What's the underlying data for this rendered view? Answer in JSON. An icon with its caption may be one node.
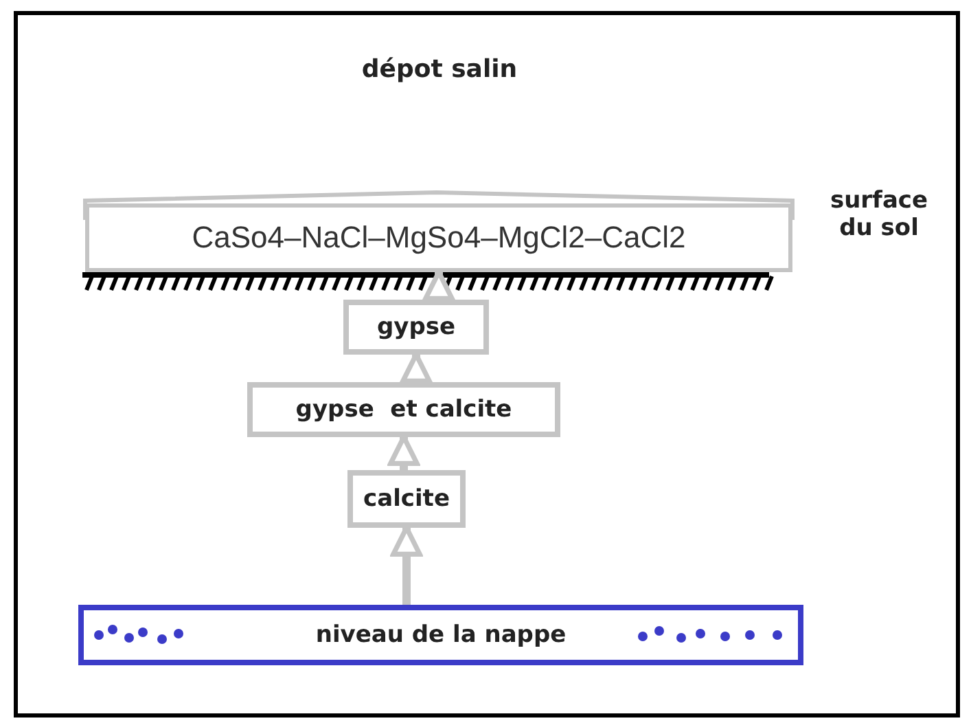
{
  "diagram": {
    "nodes": [
      {
        "text": [
          "CaSo4–NaCl–MgSo4–MgCl2–CaCl2"
        ]
      },
      {
        "text": [
          "gypse"
        ]
      },
      {
        "text": [
          "gypse  et calcite"
        ]
      },
      {
        "text": [
          "calcite"
        ]
      },
      {
        "text": [
          "niveau de la nappe"
        ]
      }
    ],
    "edges": [
      {
        "from": 4,
        "to": 3,
        "arrow": "to"
      },
      {
        "from": 3,
        "to": 2,
        "arrow": "to"
      },
      {
        "from": 2,
        "to": 1,
        "arrow": "to"
      },
      {
        "from": 1,
        "to": 0,
        "arrow": "to"
      }
    ],
    "labels": [
      "dépot salin",
      "surface du sol"
    ]
  }
}
